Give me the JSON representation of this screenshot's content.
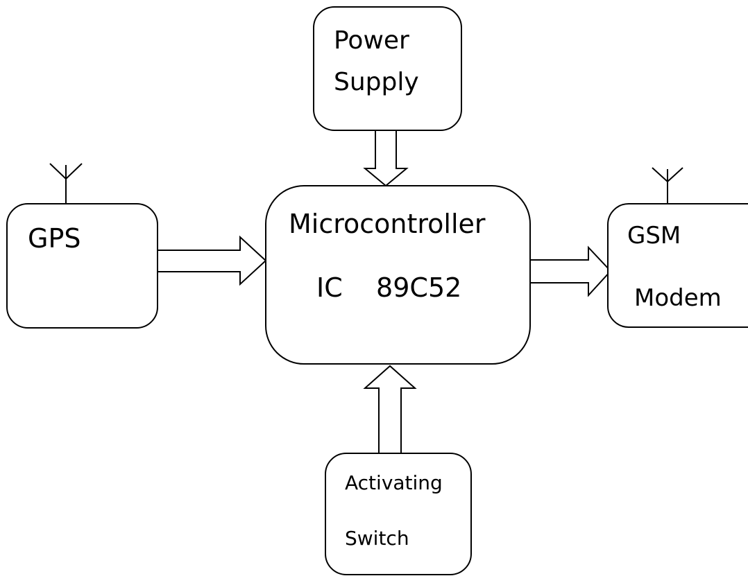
{
  "blocks": {
    "power_supply": {
      "line1": "Power",
      "line2": "Supply"
    },
    "gps": {
      "line1": "GPS"
    },
    "microcontroller": {
      "line1": "Microcontroller",
      "line2": "IC    89C52"
    },
    "gsm_modem": {
      "line1": "GSM",
      "line2": "Modem"
    },
    "activating_switch": {
      "line1": "Activating",
      "line2": "Switch"
    }
  },
  "colors": {
    "stroke": "#000000",
    "background": "#ffffff"
  }
}
